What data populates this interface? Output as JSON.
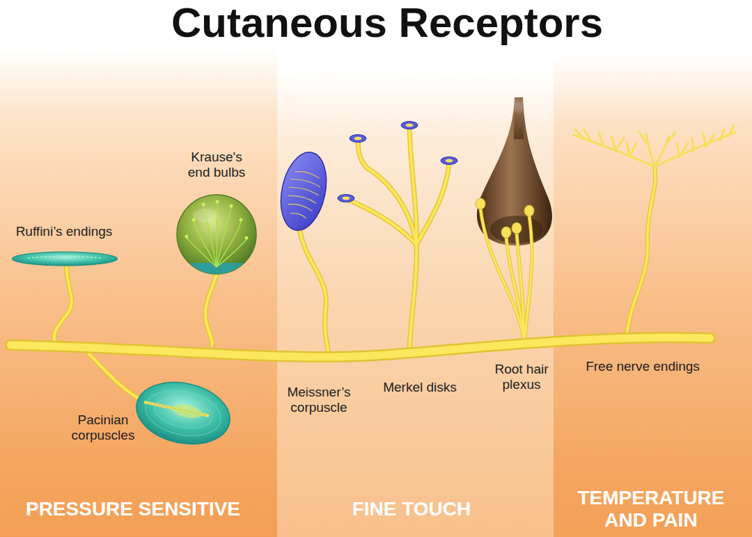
{
  "diagram": {
    "title": "Cutaneous Receptors",
    "nodes": [
      {
        "text": [
          "PRESSURE SENSITIVE"
        ]
      },
      {
        "text": [
          "Ruffini’s endings"
        ],
        "in": 0
      },
      {
        "text": [
          "Krause's end bulbs"
        ],
        "in": 0
      },
      {
        "text": [
          "Pacinian corpuscles"
        ],
        "in": 0
      },
      {
        "text": [
          "FINE TOUCH"
        ]
      },
      {
        "text": [
          "Meissner’s corpuscle"
        ],
        "in": 4
      },
      {
        "text": [
          "Merkel disks"
        ],
        "in": 4
      },
      {
        "text": [
          "Root hair plexus"
        ],
        "in": 4
      },
      {
        "text": [
          "TEMPERATURE AND PAIN"
        ]
      },
      {
        "text": [
          "Free nerve endings"
        ],
        "in": 8
      }
    ]
  }
}
